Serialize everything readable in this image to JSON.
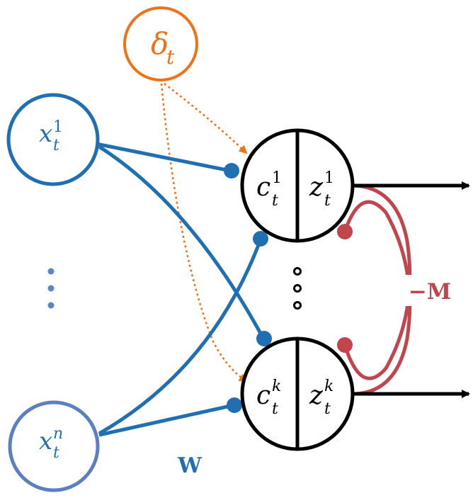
{
  "colors": {
    "input": "#1f6fb2",
    "input_light": "#5b7fc0",
    "modulator": "#ec7318",
    "inhibition": "#c0464b",
    "neuron": "#000000",
    "dots_blue": "#5a86c8"
  },
  "modulator": {
    "symbol": "δ",
    "sub": "t"
  },
  "inputs": [
    {
      "base": "x",
      "sub": "t",
      "sup": "1"
    },
    {
      "base": "x",
      "sub": "t",
      "sup": "n"
    }
  ],
  "neurons": [
    {
      "c": {
        "base": "c",
        "sub": "t",
        "sup": "1"
      },
      "z": {
        "base": "z",
        "sub": "t",
        "sup": "1"
      }
    },
    {
      "c": {
        "base": "c",
        "sub": "t",
        "sup": "k"
      },
      "z": {
        "base": "z",
        "sub": "t",
        "sup": "k"
      }
    }
  ],
  "weight_label": "W",
  "inhibition_label": "−M"
}
